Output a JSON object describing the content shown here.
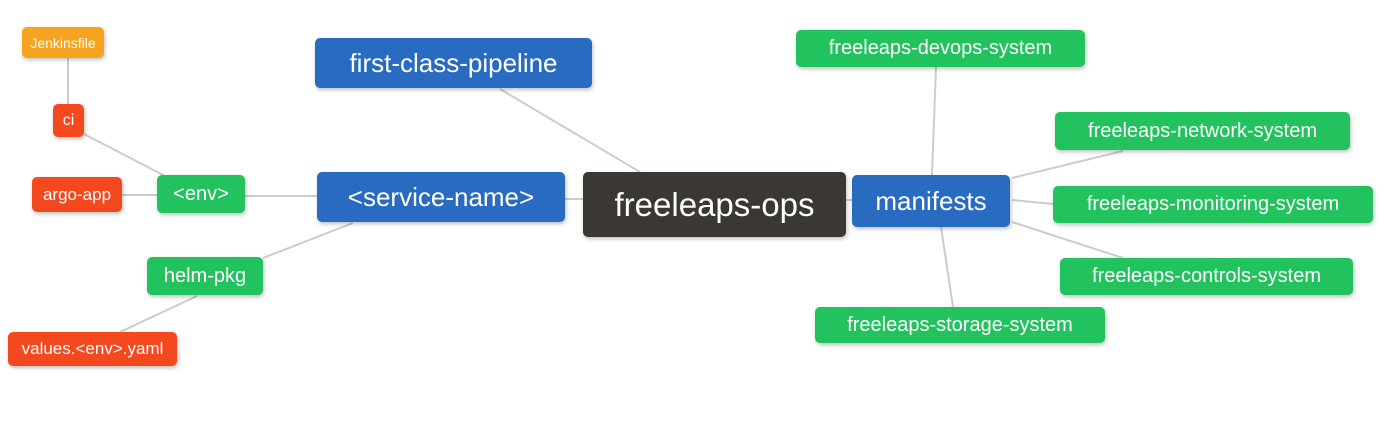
{
  "diagram": {
    "type": "mindmap",
    "background": "#ffffff"
  },
  "palette": {
    "blue": "#2a6bc2",
    "green": "#22c25e",
    "red": "#f4491f",
    "orange": "#f6a41f",
    "dark": "#3b3834",
    "text": "#ffffff",
    "line": "#cccccc"
  },
  "nodes": {
    "freeleaps_ops": {
      "label": "freeleaps-ops",
      "color": "dark"
    },
    "first_class_pipeline": {
      "label": "first-class-pipeline",
      "color": "blue"
    },
    "service_name": {
      "label": "<service-name>",
      "color": "blue"
    },
    "manifests": {
      "label": "manifests",
      "color": "blue"
    },
    "env": {
      "label": "<env>",
      "color": "green"
    },
    "helm_pkg": {
      "label": "helm-pkg",
      "color": "green"
    },
    "ci": {
      "label": "ci",
      "color": "red"
    },
    "argo_app": {
      "label": "argo-app",
      "color": "red"
    },
    "jenkinsfile": {
      "label": "Jenkinsfile",
      "color": "orange"
    },
    "values_yaml": {
      "label": "values.<env>.yaml",
      "color": "red"
    },
    "devops_system": {
      "label": "freeleaps-devops-system",
      "color": "green"
    },
    "network_system": {
      "label": "freeleaps-network-system",
      "color": "green"
    },
    "monitoring_system": {
      "label": "freeleaps-monitoring-system",
      "color": "green"
    },
    "controls_system": {
      "label": "freeleaps-controls-system",
      "color": "green"
    },
    "storage_system": {
      "label": "freeleaps-storage-system",
      "color": "green"
    }
  },
  "edges": [
    {
      "from": "jenkinsfile",
      "to": "ci"
    },
    {
      "from": "ci",
      "to": "env"
    },
    {
      "from": "argo_app",
      "to": "env"
    },
    {
      "from": "env",
      "to": "service_name"
    },
    {
      "from": "helm_pkg",
      "to": "service_name"
    },
    {
      "from": "values_yaml",
      "to": "helm_pkg"
    },
    {
      "from": "first_class_pipeline",
      "to": "freeleaps_ops"
    },
    {
      "from": "service_name",
      "to": "freeleaps_ops"
    },
    {
      "from": "freeleaps_ops",
      "to": "manifests"
    },
    {
      "from": "manifests",
      "to": "devops_system"
    },
    {
      "from": "manifests",
      "to": "network_system"
    },
    {
      "from": "manifests",
      "to": "monitoring_system"
    },
    {
      "from": "manifests",
      "to": "controls_system"
    },
    {
      "from": "manifests",
      "to": "storage_system"
    }
  ]
}
